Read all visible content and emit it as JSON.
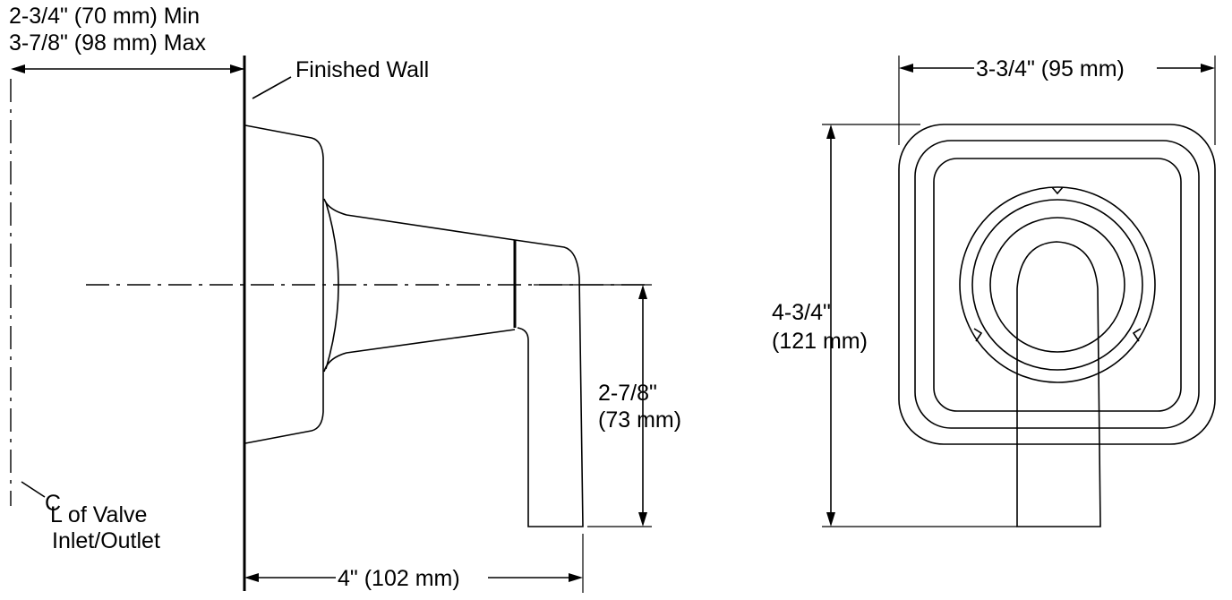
{
  "colors": {
    "line": "#000000",
    "background": "#ffffff"
  },
  "side_view": {
    "depth_dimension": {
      "line1": "2-3/4\" (70 mm) Min",
      "line2": "3-7/8\" (98 mm) Max"
    },
    "finished_wall_label": "Finished Wall",
    "centerline_label": {
      "symbol": "C",
      "line1": "L of Valve",
      "line2": "Inlet/Outlet"
    },
    "height_dimension": {
      "line1": "2-7/8\"",
      "line2": "(73 mm)"
    },
    "projection_dimension": "4\" (102 mm)"
  },
  "front_view": {
    "width_dimension": "3-3/4\" (95 mm)",
    "height_dimension": {
      "line1": "4-3/4\"",
      "line2": "(121 mm)"
    }
  }
}
